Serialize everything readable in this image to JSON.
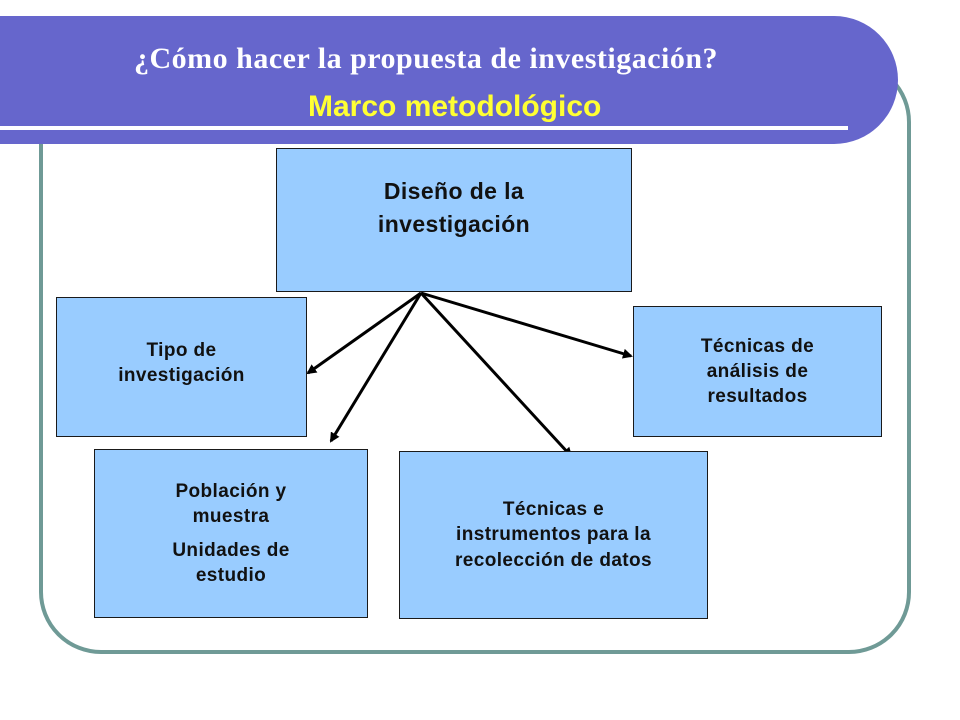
{
  "header": {
    "title": "¿Cómo hacer la propuesta de investigación?",
    "subtitle": "Marco metodológico"
  },
  "diagram": {
    "root": {
      "line1": "Diseño de la",
      "line2": "investigación"
    },
    "nodes": {
      "tipo": {
        "line1": "Tipo de",
        "line2": "investigación"
      },
      "poblacion": {
        "line1": "Población y",
        "line2": "muestra",
        "line3": "Unidades de",
        "line4": "estudio"
      },
      "tecnicas_recoleccion": {
        "line1": "Técnicas e",
        "line2": "instrumentos para la",
        "line3": "recolección de datos"
      },
      "tecnicas_analisis": {
        "line1": "Técnicas de",
        "line2": "análisis de",
        "line3": "resultados"
      }
    }
  },
  "colors": {
    "header_band": "#6666cc",
    "title_text": "#ffffff",
    "subtitle_text": "#ffff33",
    "node_fill": "#99ccff",
    "frame_border": "#6f9a96",
    "arrow": "#000000"
  }
}
